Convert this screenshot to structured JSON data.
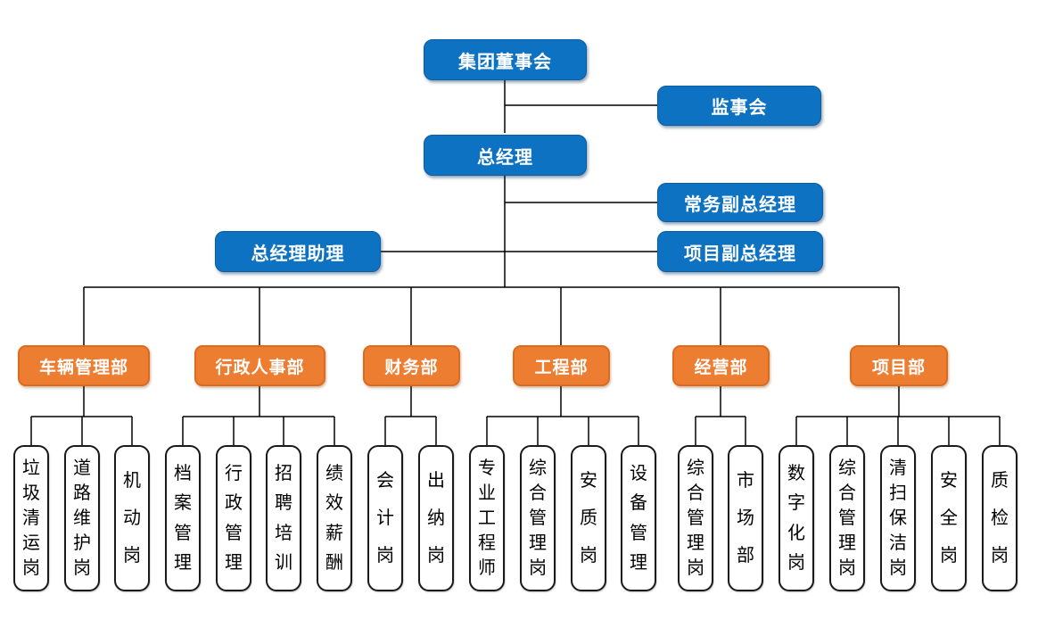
{
  "org": {
    "board": {
      "label": "集团董事会"
    },
    "supervisory_board": {
      "label": "监事会"
    },
    "general_manager": {
      "label": "总经理"
    },
    "executive_deputy_gm": {
      "label": "常务副总经理"
    },
    "gm_assistant": {
      "label": "总经理助理"
    },
    "project_deputy_gm": {
      "label": "项目副总经理"
    },
    "departments": [
      {
        "label": "车辆管理部",
        "children": [
          "垃圾清运岗",
          "道路维护岗",
          "机动岗"
        ]
      },
      {
        "label": "行政人事部",
        "children": [
          "档案管理",
          "行政管理",
          "招聘培训",
          "绩效薪酬"
        ]
      },
      {
        "label": "财务部",
        "children": [
          "会计岗",
          "出纳岗"
        ]
      },
      {
        "label": "工程部",
        "children": [
          "专业工程师",
          "综合管理岗",
          "安质岗",
          "设备管理"
        ]
      },
      {
        "label": "经营部",
        "children": [
          "综合管理岗",
          "市场部"
        ]
      },
      {
        "label": "项目部",
        "children": [
          "数字化岗",
          "综合管理岗",
          "清扫保洁岗",
          "安全岗",
          "质检岗"
        ]
      }
    ]
  },
  "colors": {
    "executive_blue": "#0e72c2",
    "department_orange": "#ed7d31",
    "connector_line": "#000000",
    "leaf_border": "#1a1a1a",
    "background": "#ffffff"
  }
}
